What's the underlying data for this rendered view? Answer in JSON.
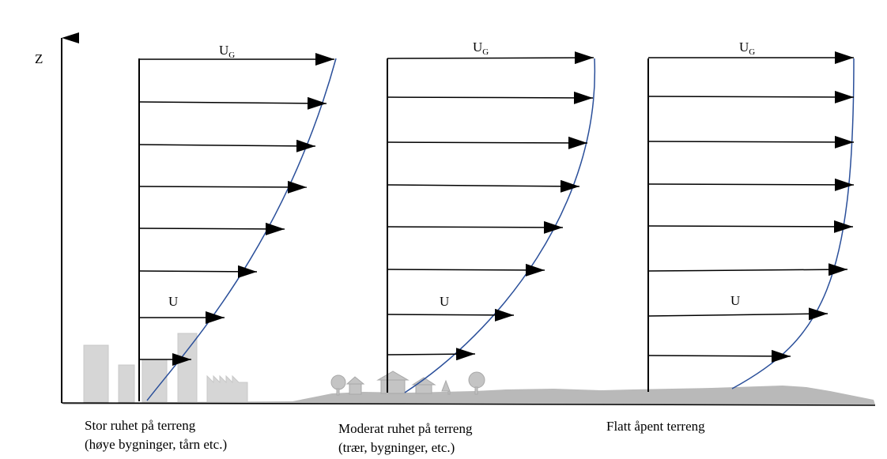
{
  "axis": {
    "label": "Z"
  },
  "profiles": [
    {
      "top_label": "U",
      "top_label_sub": "G",
      "mid_label": "U",
      "caption_line1": "Stor ruhet på terreng",
      "caption_line2": "(høye bygninger, tårn etc.)"
    },
    {
      "top_label": "U",
      "top_label_sub": "G",
      "mid_label": "U",
      "caption_line1": "Moderat ruhet på terreng",
      "caption_line2": "(trær, bygninger, etc.)"
    },
    {
      "top_label": "U",
      "top_label_sub": "G",
      "mid_label": "U",
      "caption_line1": "Flatt åpent terreng",
      "caption_line2": ""
    }
  ],
  "colors": {
    "profile_curve": "#2a4f9a",
    "arrows": "#000000",
    "ground": "#b9b9b9",
    "buildings": "#d6d6d6"
  }
}
